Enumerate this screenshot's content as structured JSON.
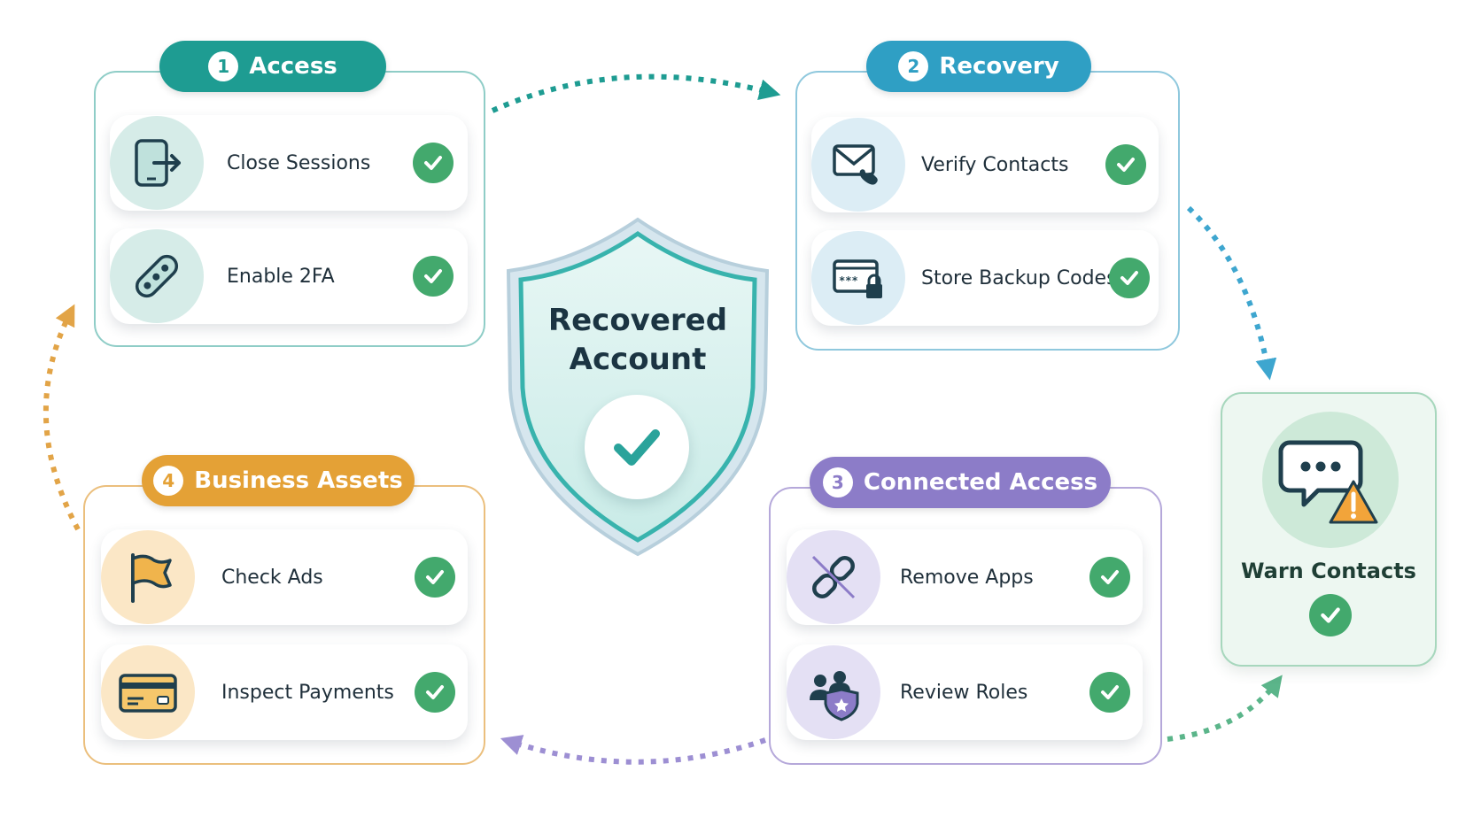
{
  "center": {
    "title_line1": "Recovered",
    "title_line2": "Account",
    "icon": "check-icon"
  },
  "groups": [
    {
      "number": "1",
      "title": "Access",
      "color": "#1e9c92",
      "items": [
        {
          "label": "Close Sessions",
          "icon": "logout-device-icon",
          "status": "done"
        },
        {
          "label": "Enable 2FA",
          "icon": "security-key-icon",
          "status": "done"
        }
      ]
    },
    {
      "number": "2",
      "title": "Recovery",
      "color": "#2f9fc4",
      "items": [
        {
          "label": "Verify Contacts",
          "icon": "mail-phone-icon",
          "status": "done"
        },
        {
          "label": "Store Backup Codes",
          "icon": "backup-codes-lock-icon",
          "status": "done"
        }
      ]
    },
    {
      "number": "3",
      "title": "Connected Access",
      "color": "#8c7cc8",
      "items": [
        {
          "label": "Remove Apps",
          "icon": "broken-link-icon",
          "status": "done"
        },
        {
          "label": "Review Roles",
          "icon": "users-shield-icon",
          "status": "done"
        }
      ]
    },
    {
      "number": "4",
      "title": "Business Assets",
      "color": "#e4a136",
      "items": [
        {
          "label": "Check Ads",
          "icon": "flag-icon",
          "status": "done"
        },
        {
          "label": "Inspect Payments",
          "icon": "credit-card-icon",
          "status": "done"
        }
      ]
    }
  ],
  "warn": {
    "label": "Warn Contacts",
    "icon": "chat-warning-icon",
    "status": "done",
    "color": "#43a96d"
  }
}
